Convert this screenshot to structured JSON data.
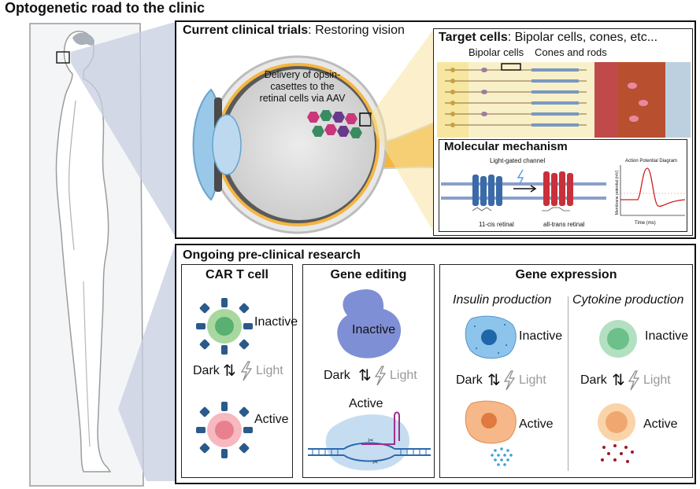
{
  "title": "Optogenetic road to the clinic",
  "clinical": {
    "heading_bold": "Current clinical trials",
    "heading_rest": ": Restoring vision",
    "delivery_line1": "Delivery of opsin-",
    "delivery_line2": "casettes to the",
    "delivery_line3": "retinal cells via AAV"
  },
  "target": {
    "heading_bold": "Target cells",
    "heading_rest": ": Bipolar cells, cones, etc...",
    "bipolar_label": "Bipolar cells",
    "cones_label": "Cones and rods"
  },
  "molecular": {
    "heading": "Molecular mechanism",
    "channel_label": "Light-gated channel",
    "cis_label": "11-cis retinal",
    "trans_label": "all-trans retinal",
    "ap_title": "Action Potential Diagram",
    "ap_ylabel": "Membrane potential (mV)",
    "ap_xlabel": "Time (ms)"
  },
  "preclinical": {
    "heading": "Ongoing pre-clinical research",
    "car": {
      "title": "CAR T cell",
      "inactive": "Inactive",
      "dark": "Dark",
      "light": "Light",
      "active": "Active"
    },
    "gene_editing": {
      "title": "Gene editing",
      "inactive": "Inactive",
      "dark": "Dark",
      "light": "Light",
      "active": "Active"
    },
    "gene_expression": {
      "title": "Gene expression",
      "insulin": {
        "subtitle": "Insulin production",
        "inactive": "Inactive",
        "dark": "Dark",
        "light": "Light",
        "active": "Active"
      },
      "cytokine": {
        "subtitle": "Cytokine production",
        "inactive": "Inactive",
        "dark": "Dark",
        "light": "Light",
        "active": "Active"
      }
    }
  },
  "colors": {
    "car_inactive": "#8cc98c",
    "car_active": "#f0a0a8",
    "editing_blob": "#7f8fd6",
    "insulin_inactive": "#5fa3d8",
    "insulin_active": "#f0a070",
    "cytokine_inactive": "#8cd0a0",
    "cytokine_active": "#f5c08a"
  },
  "icons": [
    "human-body-icon",
    "eye-diagram-icon",
    "aav-capsid-icon",
    "retina-cells-icon",
    "light-bolt-icon",
    "equilibrium-arrows-icon",
    "antibody-receptor-icon",
    "dna-crispr-icon",
    "secretion-dots-icon"
  ]
}
